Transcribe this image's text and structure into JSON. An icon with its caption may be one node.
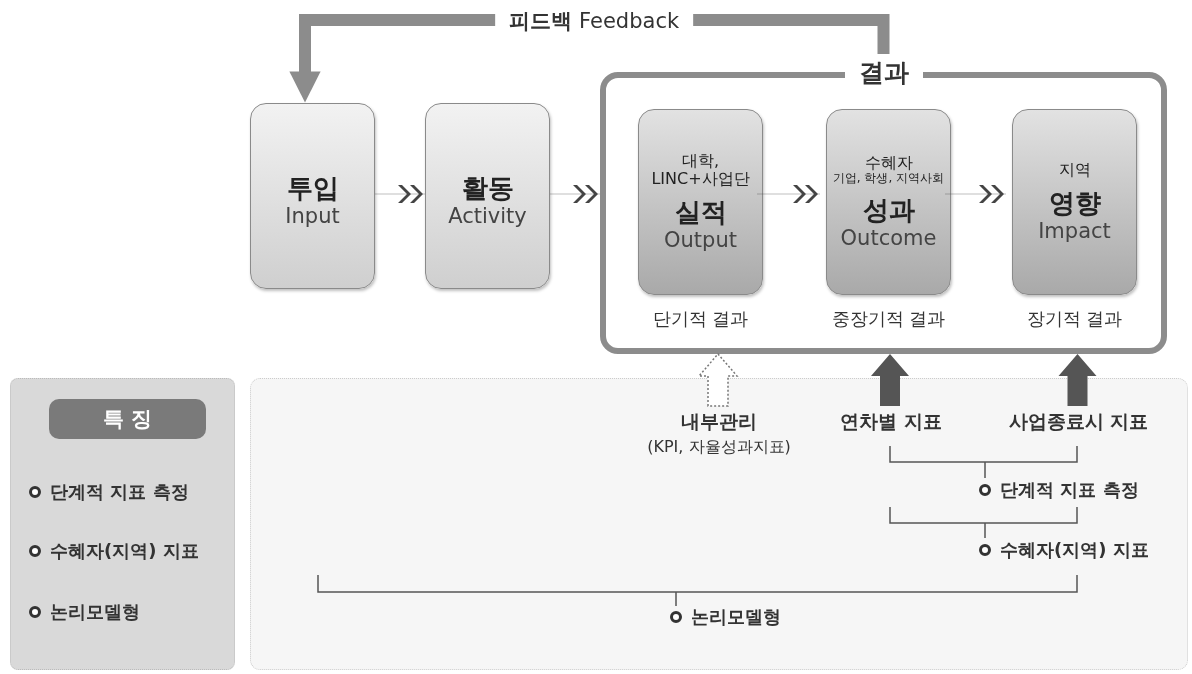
{
  "diagram": {
    "nodes": [
      {
        "text": [
          "결과"
        ]
      },
      {
        "text": [
          "투입",
          "Input"
        ]
      },
      {
        "text": [
          "활동",
          "Activity"
        ]
      },
      {
        "text": [
          "대학, LINC+사업단",
          "실적",
          "Output"
        ],
        "in": 0,
        "beside": [
          "단기적 결과"
        ]
      },
      {
        "text": [
          "수혜자",
          "기업, 학생, 지역사회",
          "성과",
          "Outcome"
        ],
        "in": 0,
        "beside": [
          "중장기적 결과"
        ]
      },
      {
        "text": [
          "지역",
          "영향",
          "Impact"
        ],
        "in": 0,
        "beside": [
          "장기적 결과"
        ]
      },
      {
        "text": [],
        "shape": "box"
      },
      {
        "text": [
          "특 징"
        ],
        "in": 6
      },
      {
        "text": [],
        "shape": "box"
      },
      {
        "text": [
          "내부관리",
          "(KPI, 자율성과지표)"
        ],
        "in": 8
      },
      {
        "text": [
          "연차별 지표"
        ],
        "in": 8
      },
      {
        "text": [
          "사업종료시 지표"
        ],
        "in": 8
      }
    ],
    "edges": [
      {
        "from": 0,
        "to": 1,
        "arrow": "to",
        "label": "**피드백** Feedback",
        "style": "thick"
      },
      {
        "from": 1,
        "to": 2,
        "arrow": "to"
      },
      {
        "from": 2,
        "to": 0,
        "arrow": "to"
      },
      {
        "from": 3,
        "to": 4,
        "arrow": "to"
      },
      {
        "from": 4,
        "to": 5,
        "arrow": "to"
      },
      {
        "from": 9,
        "to": 0,
        "arrow": "to",
        "style": "dashed"
      },
      {
        "from": 10,
        "to": 0,
        "arrow": "to",
        "style": "thick"
      },
      {
        "from": 11,
        "to": 0,
        "arrow": "to",
        "style": "thick"
      }
    ],
    "labels": [
      "단계적 지표 측정",
      "수혜자(지역) 지표",
      "논리모델형",
      "단계적 지표 측정",
      "수혜자(지역) 지표",
      "논리모델형"
    ]
  }
}
